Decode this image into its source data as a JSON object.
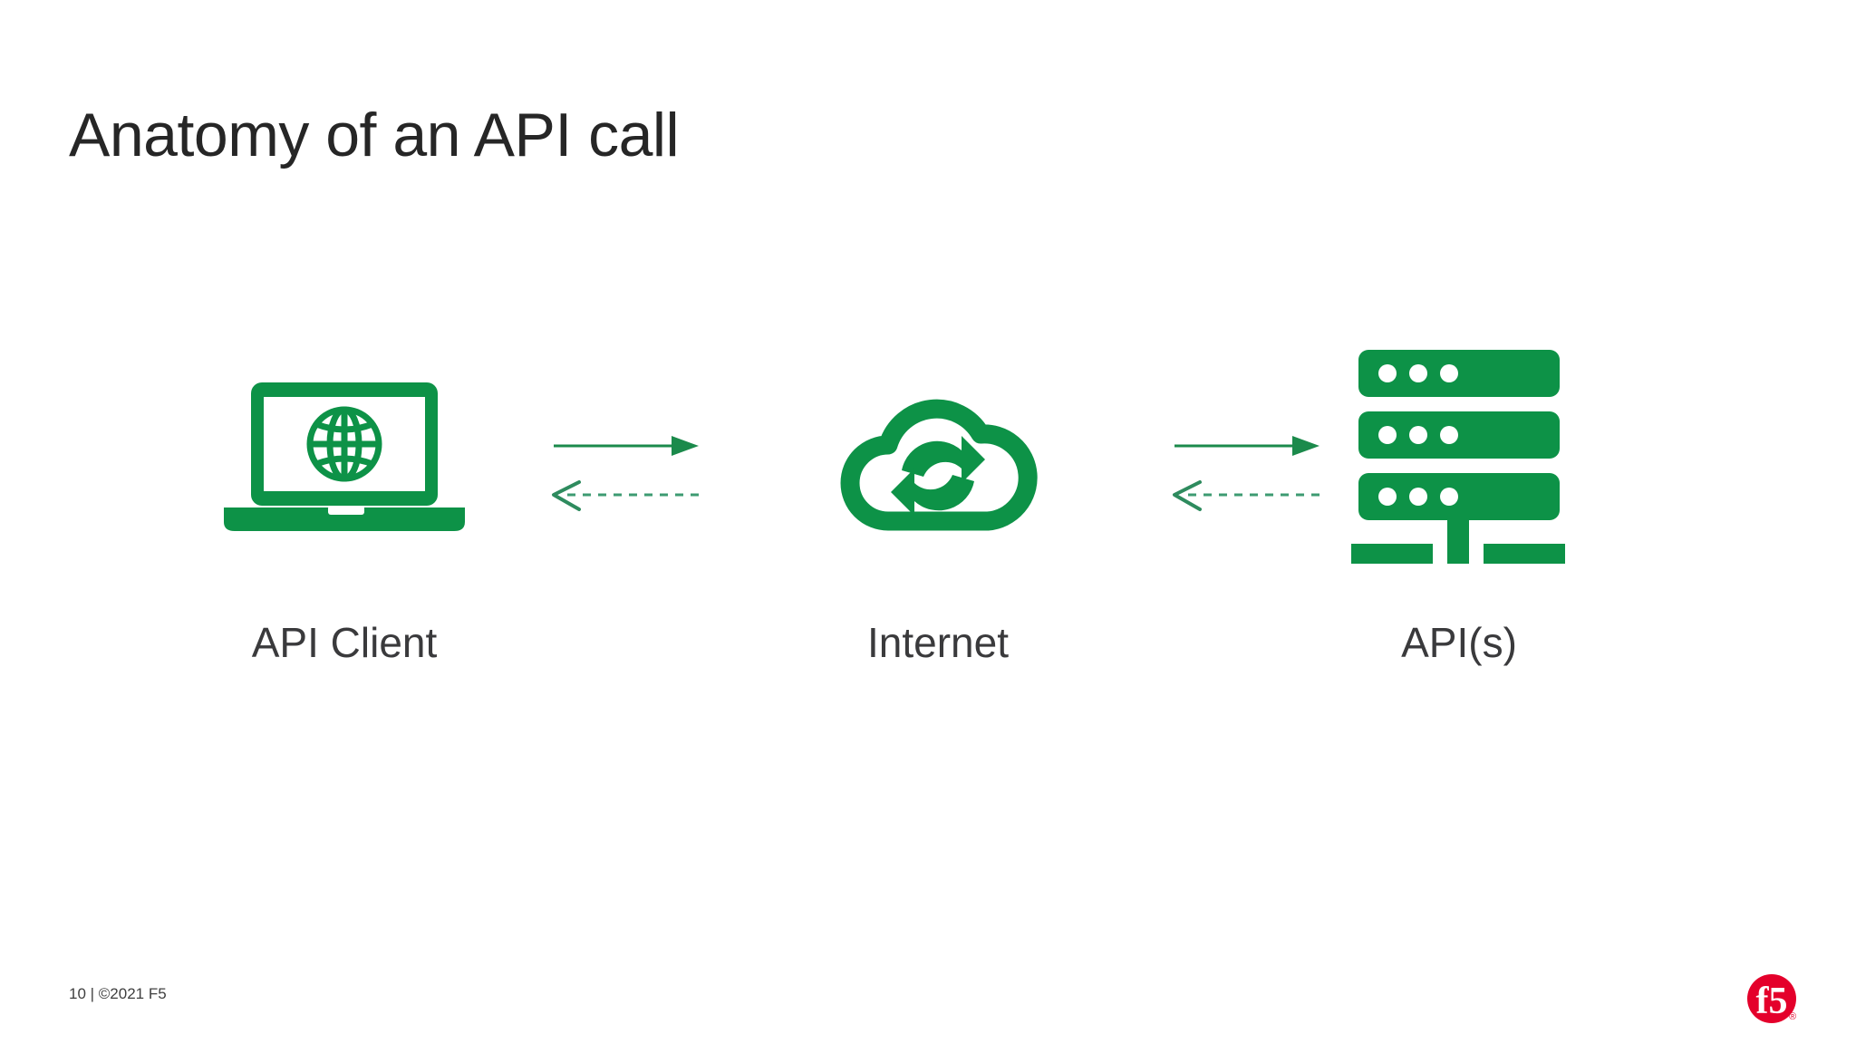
{
  "slide": {
    "title": "Anatomy of an API call",
    "background_color": "#ffffff",
    "title_color": "#262626",
    "accent_color": "#0D9247",
    "brand_color": "#E4002B"
  },
  "diagram": {
    "type": "flow",
    "nodes": [
      {
        "id": "api-client",
        "label": "API Client",
        "icon": "laptop-globe-icon"
      },
      {
        "id": "internet",
        "label": "Internet",
        "icon": "cloud-sync-icon"
      },
      {
        "id": "apis",
        "label": "API(s)",
        "icon": "server-stack-icon"
      }
    ],
    "connectors": [
      {
        "id": "client-to-internet",
        "from": "api-client",
        "to": "internet",
        "request": {
          "direction": "right",
          "style": "solid",
          "arrowhead": "filled"
        },
        "response": {
          "direction": "left",
          "style": "dashed",
          "arrowhead": "open"
        }
      },
      {
        "id": "internet-to-apis",
        "from": "internet",
        "to": "apis",
        "request": {
          "direction": "right",
          "style": "solid",
          "arrowhead": "filled"
        },
        "response": {
          "direction": "left",
          "style": "dashed",
          "arrowhead": "open"
        }
      }
    ]
  },
  "footer": {
    "note": "10 | ©2021 F5",
    "logo_text": "f5",
    "logo_mark": "registered-trademark"
  }
}
